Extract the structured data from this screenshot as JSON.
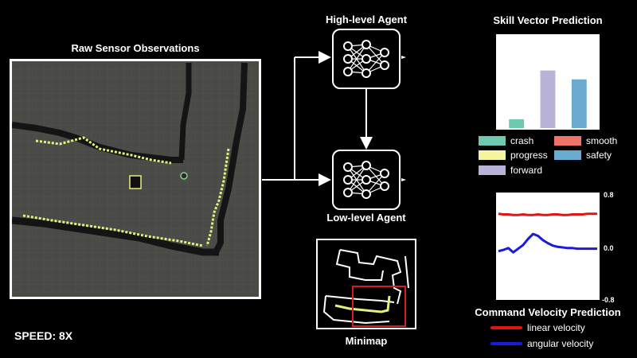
{
  "sensor": {
    "title": "Raw Sensor Observations"
  },
  "high_agent": {
    "title": "High-level Agent"
  },
  "low_agent": {
    "title": "Low-level Agent"
  },
  "minimap": {
    "title": "Minimap"
  },
  "speed": {
    "label": "SPEED: 8X"
  },
  "skill": {
    "title": "Skill Vector Prediction",
    "legend": [
      {
        "label": "crash",
        "color": "#6fc9b0"
      },
      {
        "label": "smooth",
        "color": "#f0736a"
      },
      {
        "label": "progress",
        "color": "#f5f5a0"
      },
      {
        "label": "safety",
        "color": "#6aaad0"
      },
      {
        "label": "forward",
        "color": "#b9b3d8"
      }
    ]
  },
  "velocity": {
    "title": "Command Velocity Prediction",
    "legend": [
      {
        "label": "linear velocity",
        "color": "#e01515"
      },
      {
        "label": "angular velocity",
        "color": "#1a1ae0"
      }
    ]
  },
  "colors": {
    "background": "#000000",
    "grid_floor": "#4a4a46",
    "trajectory": "#e6ef7a"
  },
  "chart_data": [
    {
      "type": "bar",
      "categories": [
        "crash",
        "forward",
        "safety"
      ],
      "values": [
        0.12,
        0.78,
        0.66
      ],
      "colors": [
        "#6fc9b0",
        "#b9b3d8",
        "#6aaad0"
      ],
      "ylim": [
        0,
        1.25
      ],
      "grid": false
    },
    {
      "type": "line",
      "ylim": [
        -0.8,
        0.8
      ],
      "yticks": [
        "0.8",
        "0.0",
        "-0.8"
      ],
      "x": [
        0,
        1,
        2,
        3,
        4,
        5,
        6,
        7,
        8,
        9,
        10,
        11,
        12,
        13,
        14,
        15,
        16,
        17,
        18,
        19,
        20
      ],
      "series": [
        {
          "name": "linear velocity",
          "color": "#e01515",
          "values": [
            0.53,
            0.52,
            0.52,
            0.51,
            0.51,
            0.52,
            0.51,
            0.51,
            0.52,
            0.51,
            0.51,
            0.52,
            0.52,
            0.51,
            0.51,
            0.52,
            0.52,
            0.52,
            0.53,
            0.53,
            0.53
          ]
        },
        {
          "name": "angular velocity",
          "color": "#1a1ae0",
          "values": [
            -0.08,
            -0.06,
            -0.03,
            -0.1,
            -0.04,
            0.02,
            0.12,
            0.2,
            0.17,
            0.1,
            0.05,
            0.01,
            -0.01,
            -0.02,
            -0.03,
            -0.03,
            -0.04,
            -0.04,
            -0.04,
            -0.04,
            -0.04
          ]
        }
      ],
      "grid": false
    }
  ]
}
